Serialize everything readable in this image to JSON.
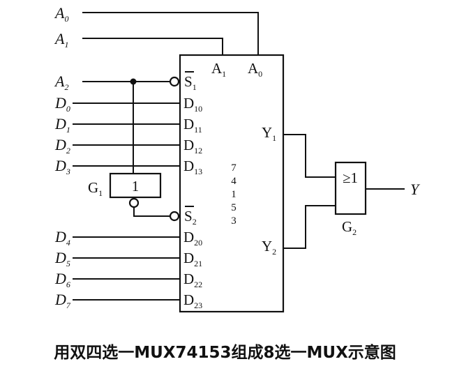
{
  "inputs": {
    "A0": {
      "letter": "A",
      "sub": "0"
    },
    "A1": {
      "letter": "A",
      "sub": "1"
    },
    "A2": {
      "letter": "A",
      "sub": "2"
    },
    "D0": {
      "letter": "D",
      "sub": "0"
    },
    "D1": {
      "letter": "D",
      "sub": "1"
    },
    "D2": {
      "letter": "D",
      "sub": "2"
    },
    "D3": {
      "letter": "D",
      "sub": "3"
    },
    "D4": {
      "letter": "D",
      "sub": "4"
    },
    "D5": {
      "letter": "D",
      "sub": "5"
    },
    "D6": {
      "letter": "D",
      "sub": "6"
    },
    "D7": {
      "letter": "D",
      "sub": "7"
    }
  },
  "chip": {
    "name_digits": [
      "7",
      "4",
      "1",
      "5",
      "3"
    ],
    "pins": {
      "A1": {
        "letter": "A",
        "sub": "1"
      },
      "A0": {
        "letter": "A",
        "sub": "0"
      },
      "S1": {
        "letter": "S",
        "sub": "1"
      },
      "S2": {
        "letter": "S",
        "sub": "2"
      },
      "D10": {
        "letter": "D",
        "sub": "10"
      },
      "D11": {
        "letter": "D",
        "sub": "11"
      },
      "D12": {
        "letter": "D",
        "sub": "12"
      },
      "D13": {
        "letter": "D",
        "sub": "13"
      },
      "D20": {
        "letter": "D",
        "sub": "20"
      },
      "D21": {
        "letter": "D",
        "sub": "21"
      },
      "D22": {
        "letter": "D",
        "sub": "22"
      },
      "D23": {
        "letter": "D",
        "sub": "23"
      },
      "Y1": {
        "letter": "Y",
        "sub": "1"
      },
      "Y2": {
        "letter": "Y",
        "sub": "2"
      }
    }
  },
  "g1": {
    "letter": "G",
    "sub": "1",
    "symbol": "1"
  },
  "g2": {
    "letter": "G",
    "sub": "2",
    "symbol": "≥1"
  },
  "output": {
    "label": "Y"
  },
  "caption": "用双四选一MUX74153组成8选一MUX示意图"
}
